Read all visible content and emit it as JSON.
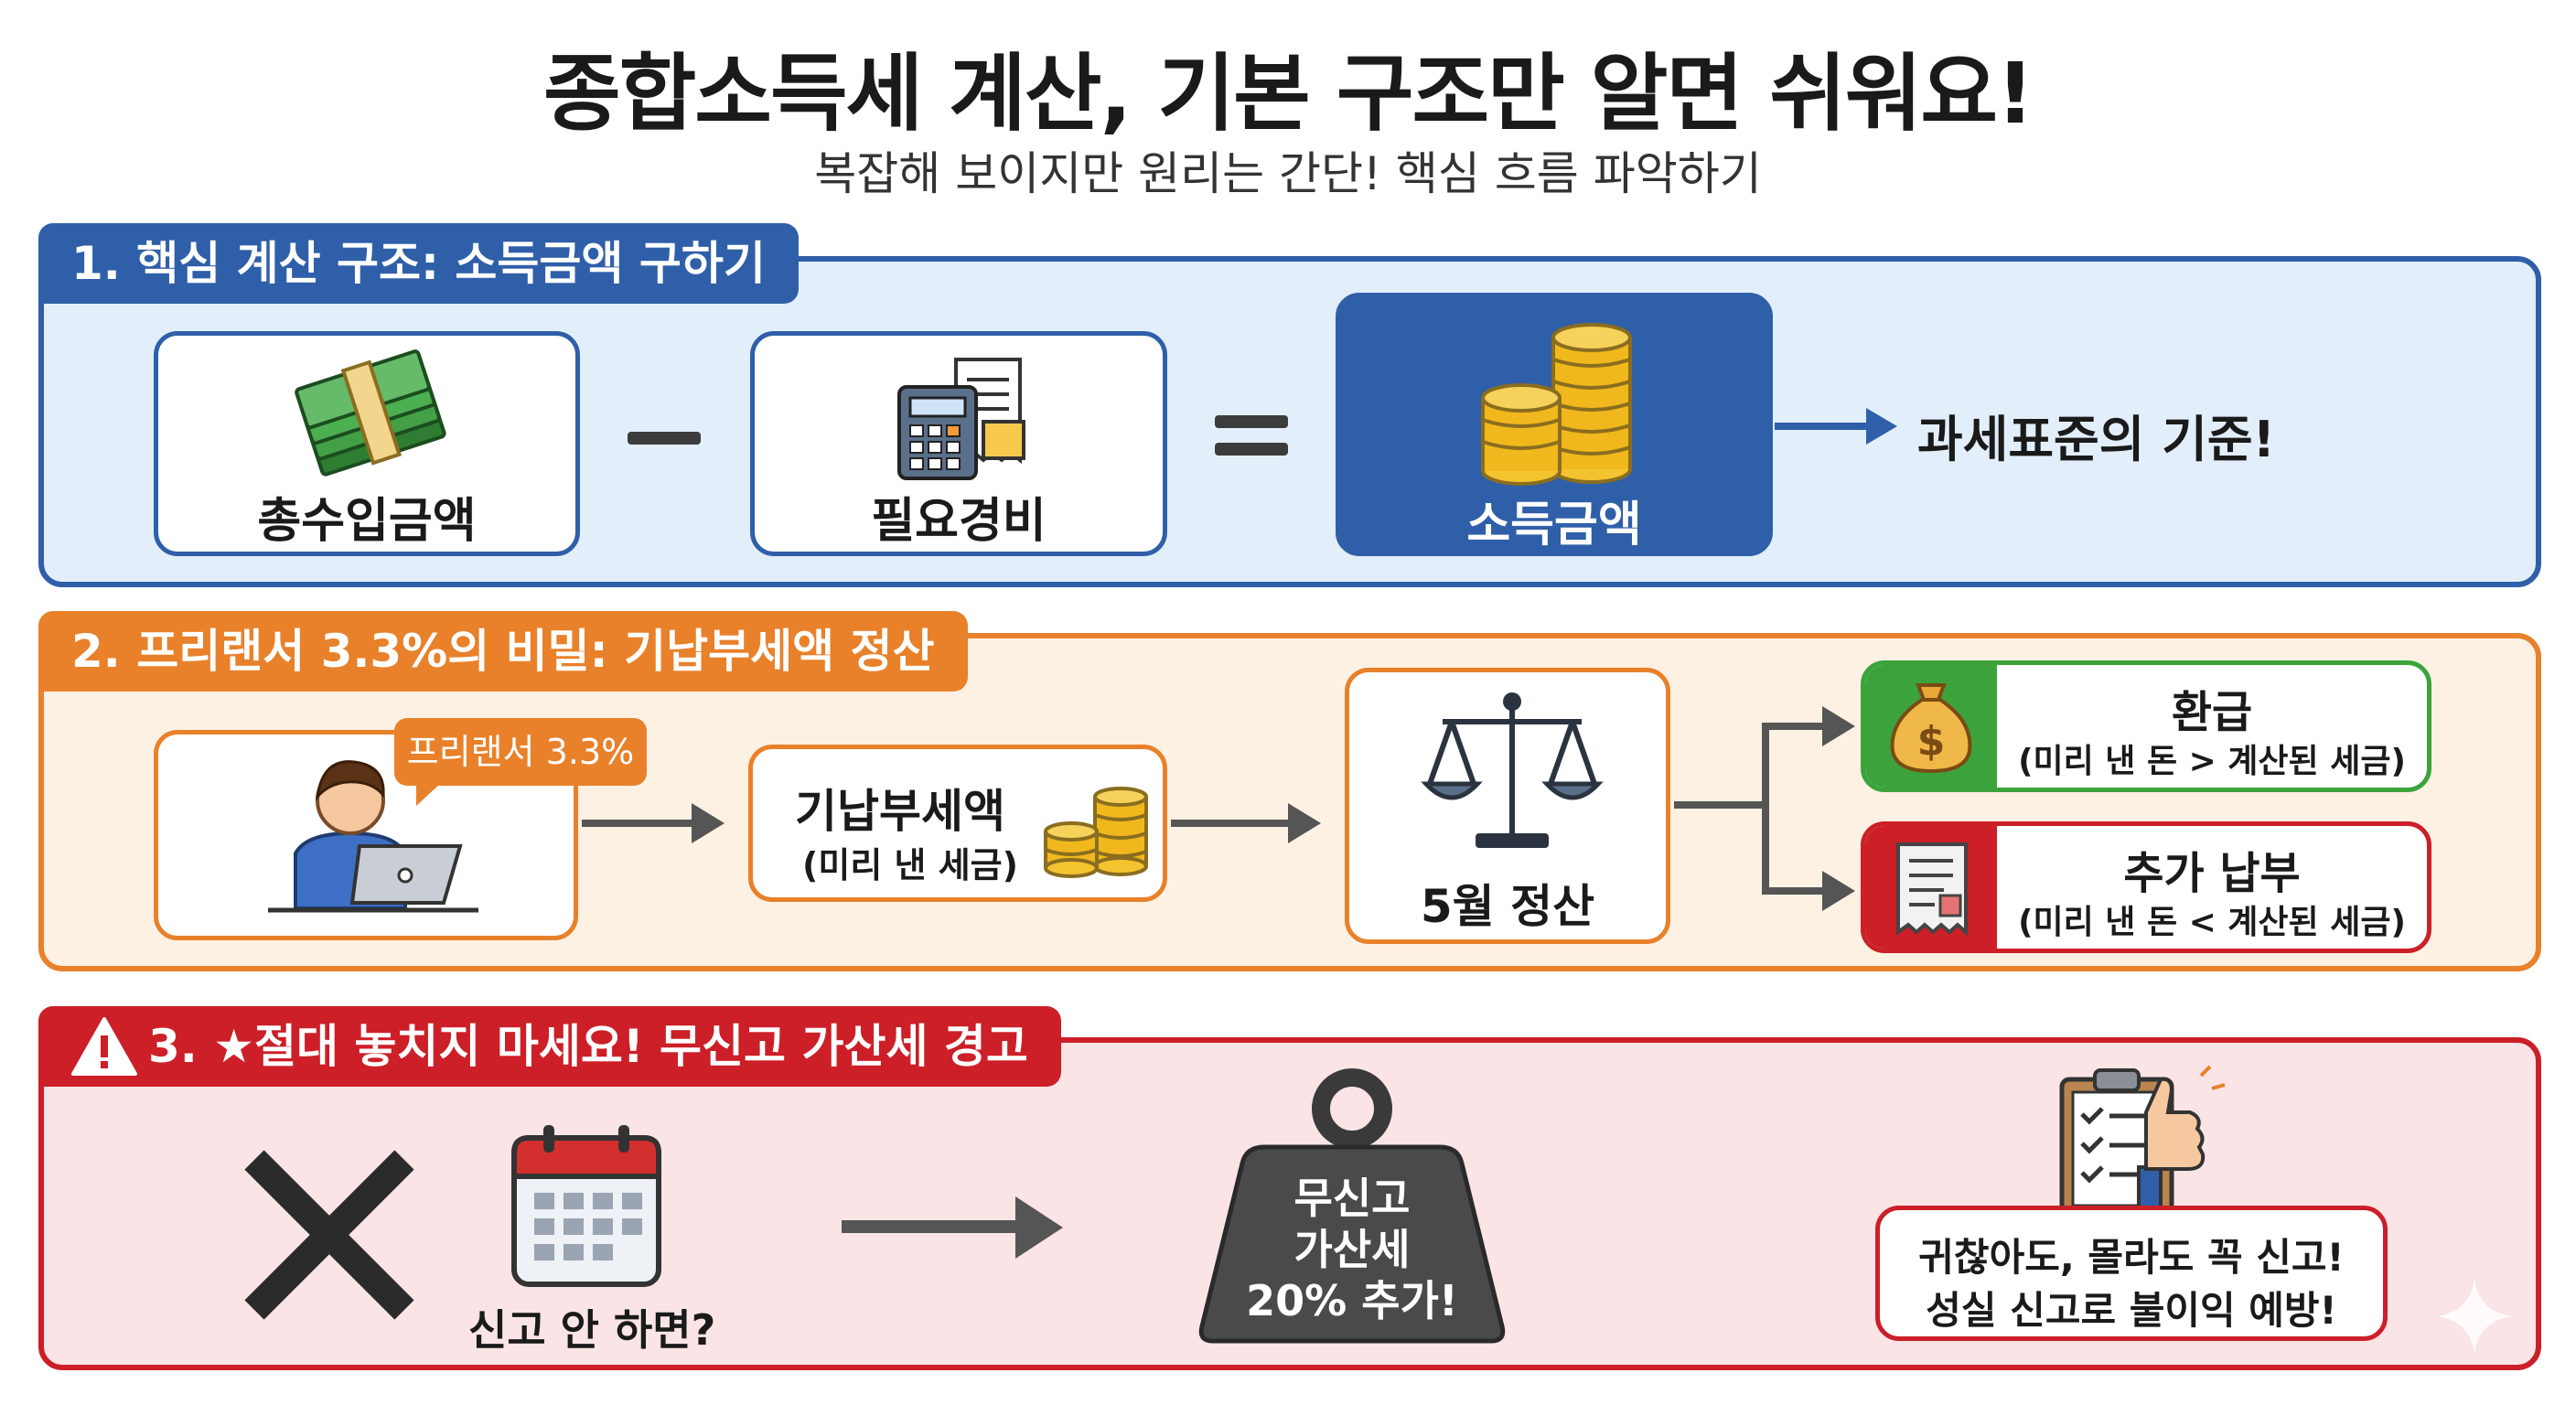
{
  "header": {
    "title": "종합소득세 계산, 기본 구조만 알면 쉬워요!",
    "subtitle": "복잡해 보이지만 원리는 간단! 핵심 흐름 파악하기"
  },
  "colors": {
    "blue": "#2f5fa8",
    "blue_bg": "#e3eefb",
    "orange": "#e8812a",
    "orange_bg": "#fdf1e3",
    "red": "#cc1f28",
    "red_bg": "#fbe4e6",
    "green": "#3ca33c"
  },
  "section1": {
    "tab": "1. 핵심 계산 구조: 소득금액 구하기",
    "total_income": {
      "label": "총수입금액",
      "icon": "money-stack-icon"
    },
    "minus": "−",
    "expenses": {
      "label": "필요경비",
      "icon": "calculator-receipt-icon"
    },
    "equals": "=",
    "income_amount": {
      "label": "소득금액",
      "icon": "coin-stacks-icon"
    },
    "result": "과세표준의 기준!"
  },
  "section2": {
    "tab": "2. 프리랜서 3.3%의 비밀: 기납부세액 정산",
    "freelancer": {
      "bubble": "프리랜서 3.3%",
      "icon": "person-laptop-icon"
    },
    "prepaid": {
      "title": "기납부세액",
      "sub": "(미리 낸 세금)",
      "icon": "coins-icon"
    },
    "settlement": {
      "label": "5월 정산",
      "icon": "scale-icon"
    },
    "refund": {
      "title": "환급",
      "sub": "(미리 낸 돈 > 계산된 세금)",
      "icon": "money-bag-icon"
    },
    "additional": {
      "title": "추가 납부",
      "sub": "(미리 낸 돈 < 계산된 세금)",
      "icon": "bill-icon"
    }
  },
  "section3": {
    "tab": "3. ★절대 놓치지 마세요! 무신고 가산세 경고",
    "warning_icon": "warning-icon",
    "no_report": {
      "label": "신고 안 하면?",
      "icons": [
        "x-mark-icon",
        "calendar-icon"
      ]
    },
    "weight": {
      "line1": "무신고",
      "line2": "가산세",
      "line3": "20% 추가!",
      "icon": "weight-icon"
    },
    "advice": {
      "line1": "귀찮아도, 몰라도 꼭 신고!",
      "line2": "성실 신고로 불이익 예방!",
      "icon": "clipboard-thumbs-up-icon"
    }
  }
}
